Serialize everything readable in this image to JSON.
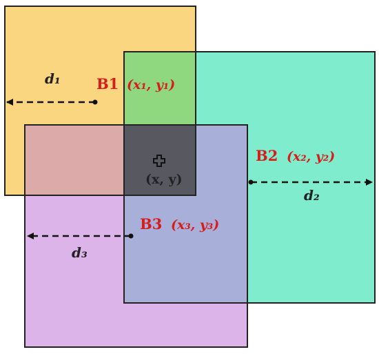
{
  "boxes": {
    "b1": {
      "name": "B1",
      "coord": "(x₁, y₁)",
      "color": "#f9d67f"
    },
    "b2": {
      "name": "B2",
      "coord": "(x₂, y₂)",
      "color": "#80ecce"
    },
    "b3": {
      "name": "B3",
      "coord": "(x₃, y₃)",
      "color": "#dcb4ea"
    }
  },
  "distances": {
    "d1": "d₁",
    "d2": "d₂",
    "d3": "d₃"
  },
  "center": {
    "coord": "(x, y)",
    "icon": "plus-cross-icon"
  }
}
